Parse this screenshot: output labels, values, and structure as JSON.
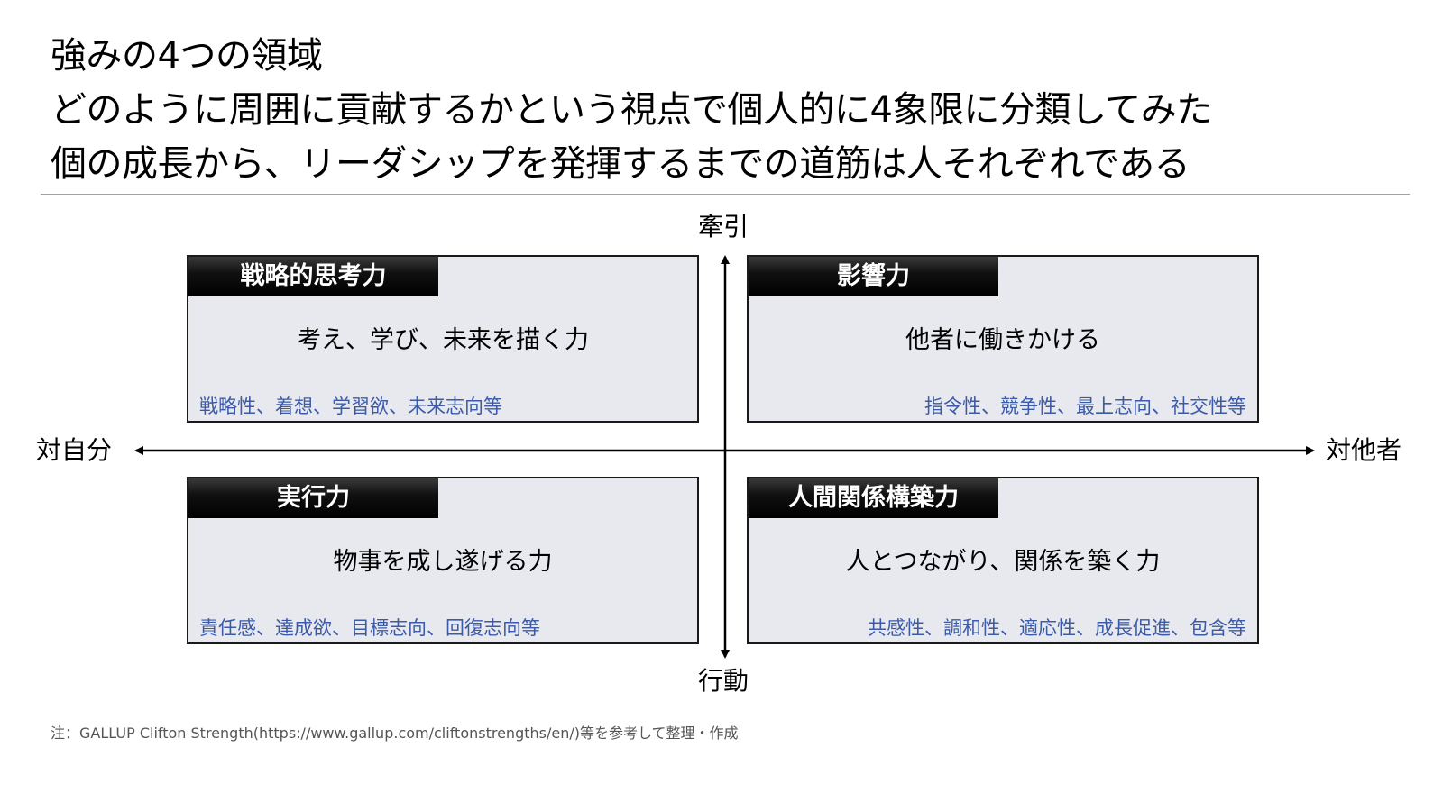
{
  "title": {
    "line1": "強みの4つの領域",
    "line2": "どのように周囲に貢献するかという視点で個人的に4象限に分類してみた",
    "line3": "個の成長から、リーダシップを発揮するまでの道筋は人それぞれである"
  },
  "axes": {
    "top": "牽引",
    "bottom": "行動",
    "left": "対自分",
    "right": "対他者"
  },
  "quadrants": {
    "top_left": {
      "header": "戦略的思考力",
      "description": "考え、学び、未来を描く力",
      "examples": "戦略性、着想、学習欲、未来志向等"
    },
    "top_right": {
      "header": "影響力",
      "description": "他者に働きかける",
      "examples": "指令性、競争性、最上志向、社交性等"
    },
    "bottom_left": {
      "header": "実行力",
      "description": "物事を成し遂げる力",
      "examples": "責任感、達成欲、目標志向、回復志向等"
    },
    "bottom_right": {
      "header": "人間関係構築力",
      "description": "人とつながり、関係を築く力",
      "examples": "共感性、調和性、適応性、成長促進、包含等"
    }
  },
  "note": "注：GALLUP Clifton Strength(https://www.gallup.com/cliftonstrengths/en/)等を参考して整理・作成",
  "colors": {
    "quadrant_fill": "#e7e9ee",
    "header_fill": "#000000",
    "examples_text": "#3b5aa8",
    "divider": "#9aa6a6"
  }
}
